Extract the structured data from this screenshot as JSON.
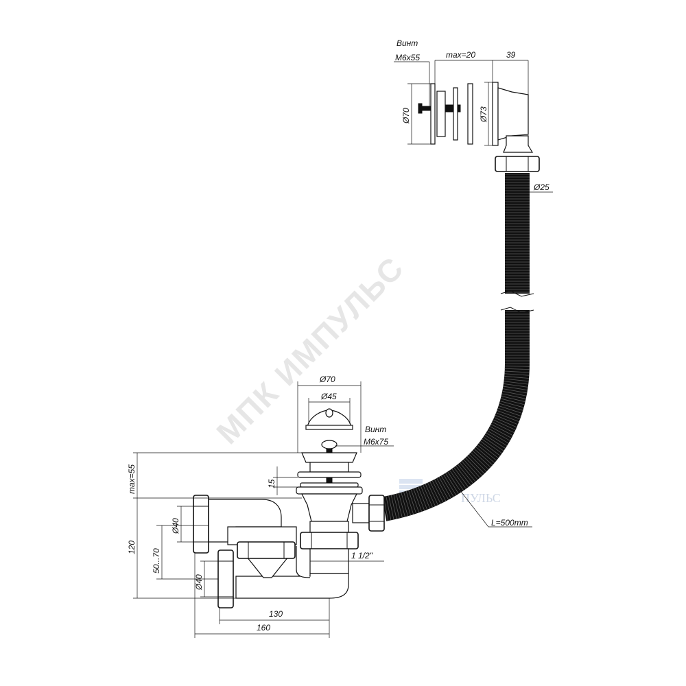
{
  "watermark": {
    "text": "МПК ИМПУЛЬС",
    "logo_text": "ПУЛЬС",
    "logo_color": "#c9d6ea"
  },
  "labels": {
    "top_screw_title": "Винт",
    "top_screw_size": "M6x55",
    "max_20": "max=20",
    "dim_39": "39",
    "dia_70_top": "Ø70",
    "dia_73": "Ø73",
    "dia_25": "Ø25",
    "dia_70_mid": "Ø70",
    "dia_45": "Ø45",
    "mid_screw_title": "Винт",
    "mid_screw_size": "M6x75",
    "max_55": "max=55",
    "dim_15": "15",
    "dim_120": "120",
    "dia_40_upper": "Ø40",
    "dim_50_70": "50...70",
    "dia_40_lower": "Ø40",
    "thread": "1 1/2\"",
    "hose_length": "L=500mm",
    "dim_130": "130",
    "dim_160": "160"
  },
  "colors": {
    "line": "#111111",
    "background": "#ffffff",
    "watermark": "#e6e6e6"
  }
}
